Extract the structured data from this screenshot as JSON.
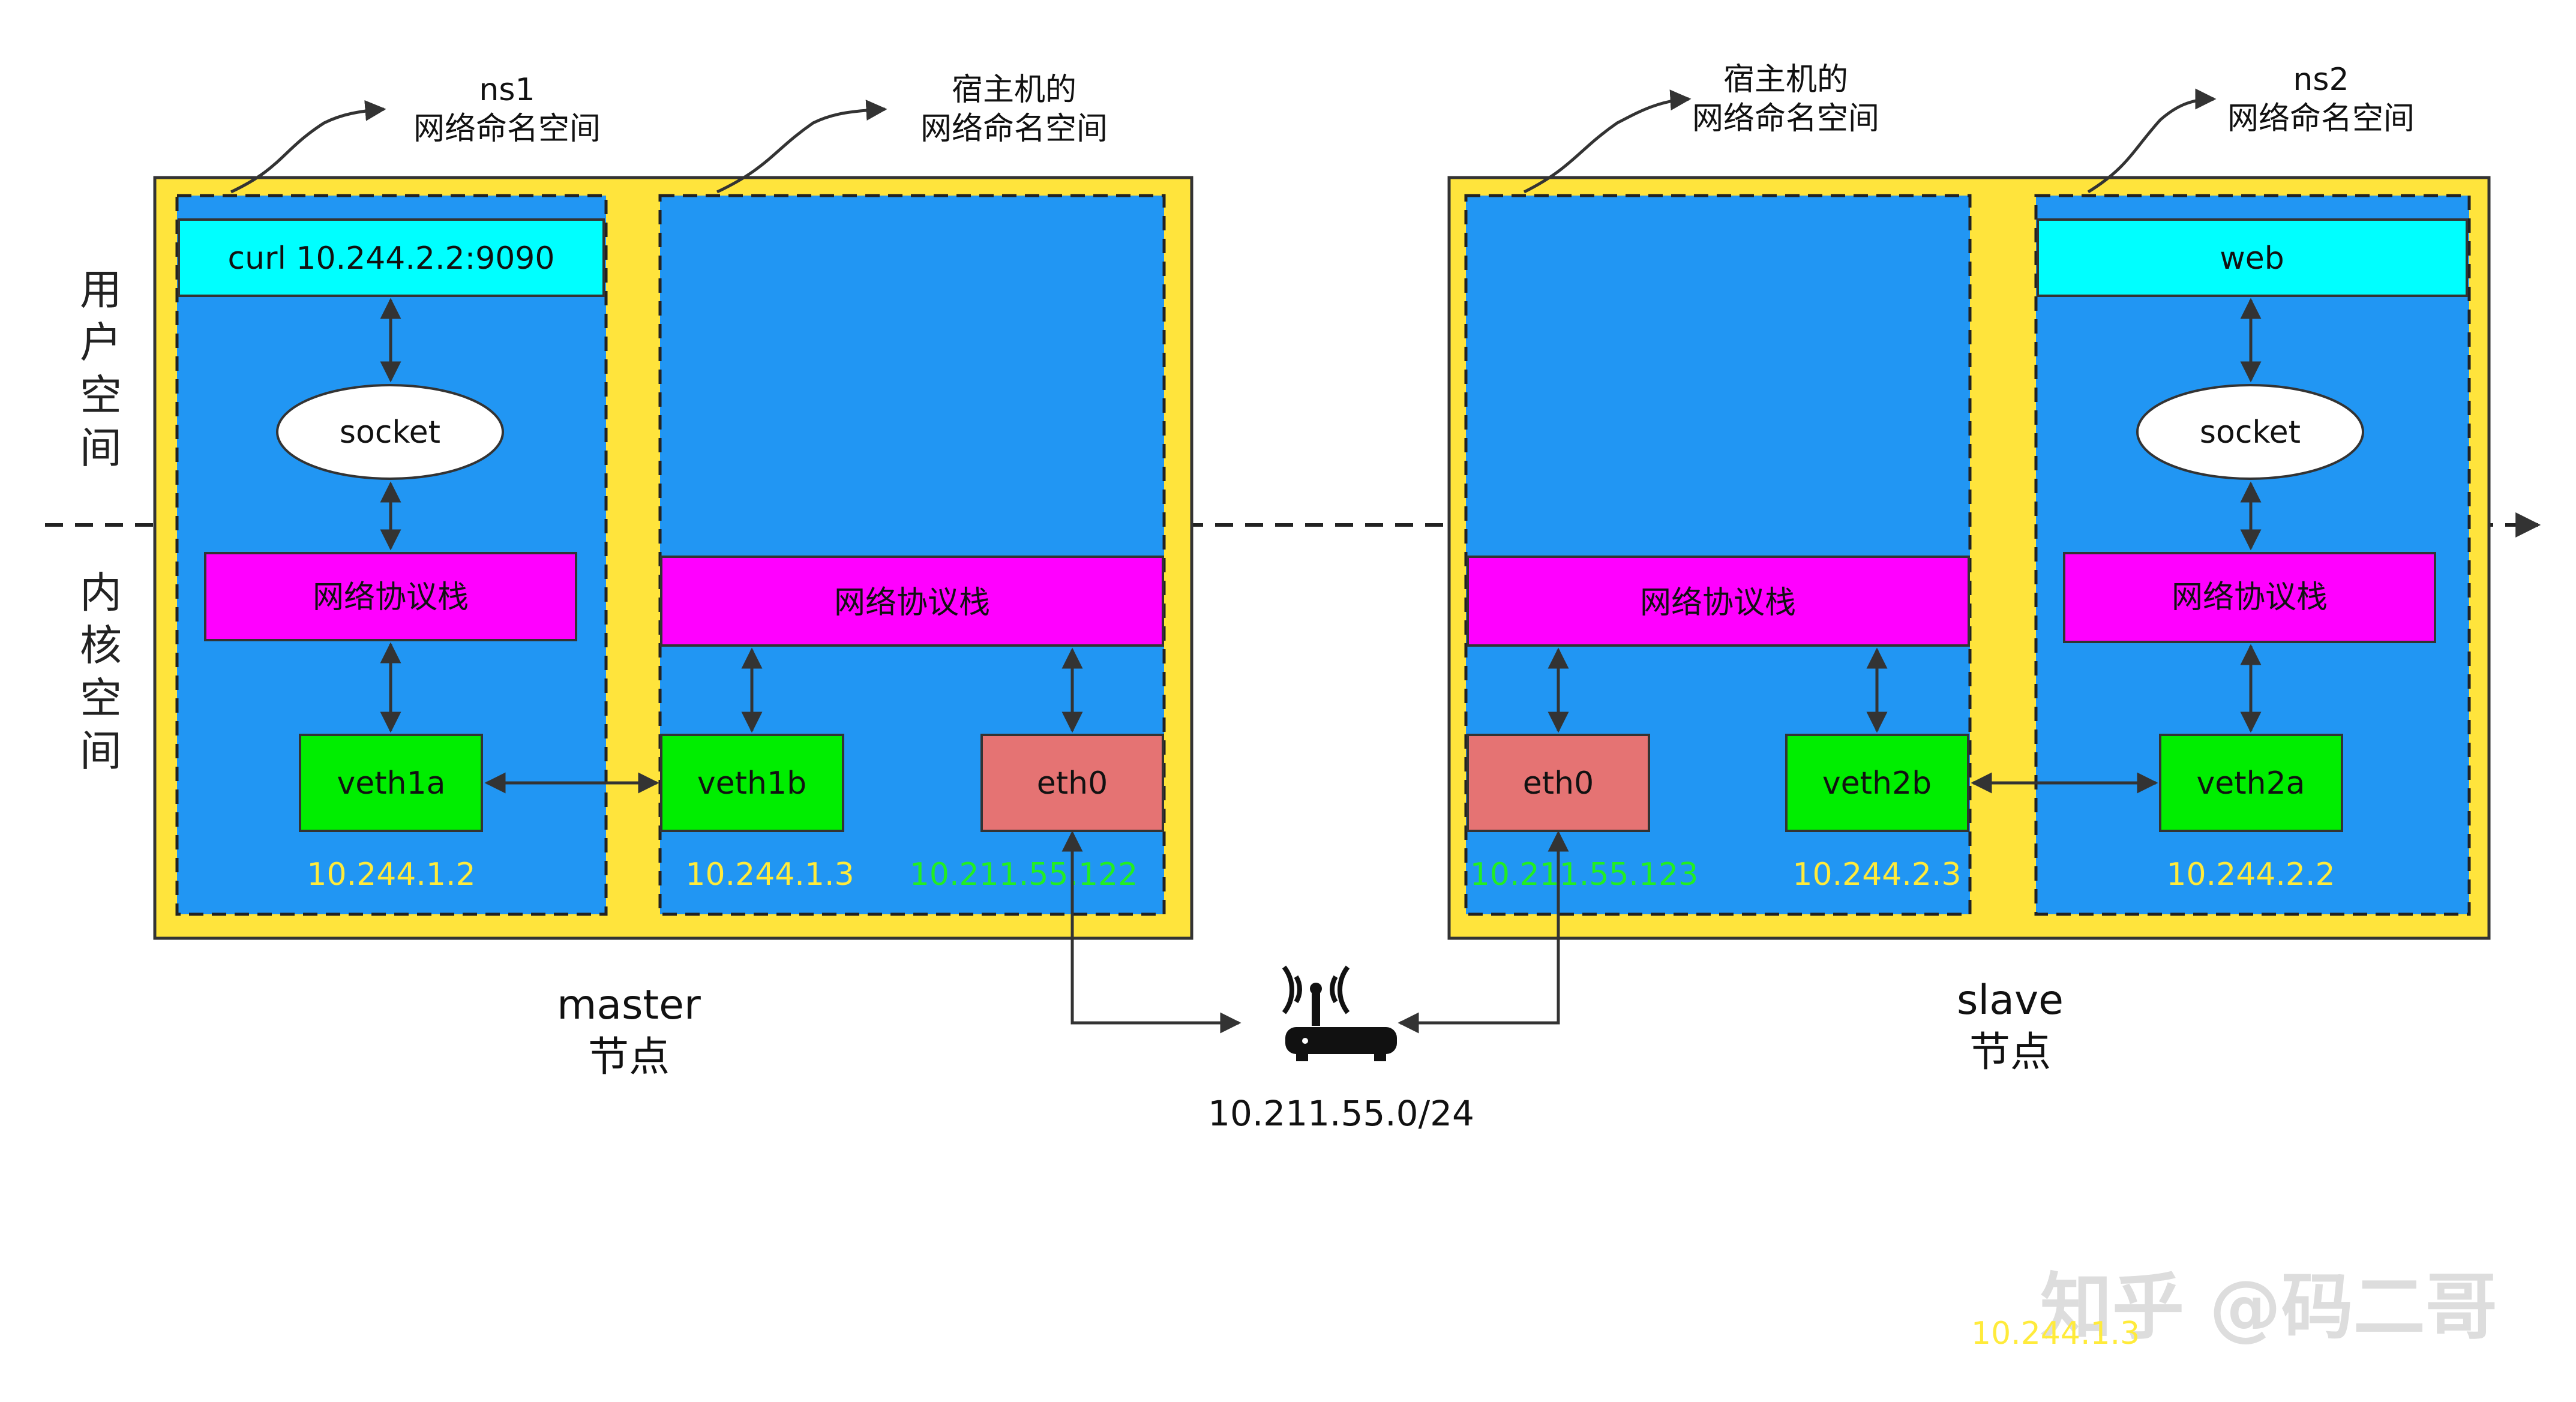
{
  "side_labels": {
    "user_space": [
      "用",
      "户",
      "空",
      "间"
    ],
    "kernel_space": [
      "内",
      "核",
      "空",
      "间"
    ]
  },
  "master": {
    "node_label": "master",
    "node_suffix": "节点",
    "ns1": {
      "title_line1": "ns1",
      "title_line2": "网络命名空间",
      "app": "curl 10.244.2.2:9090",
      "socket": "socket",
      "stack": "网络协议栈",
      "veth": "veth1a",
      "ip": "10.244.1.2"
    },
    "host": {
      "title_line1": "宿主机的",
      "title_line2": "网络命名空间",
      "stack": "网络协议栈",
      "veth": "veth1b",
      "veth_ip": "10.244.1.3",
      "eth": "eth0",
      "eth_ip": "10.211.55.122"
    }
  },
  "slave": {
    "node_label": "slave",
    "node_suffix": "节点",
    "host": {
      "title_line1": "宿主机的",
      "title_line2": "网络命名空间",
      "stack": "网络协议栈",
      "eth": "eth0",
      "eth_ip": "10.211.55.123",
      "veth": "veth2b",
      "veth_ip": "10.244.2.3"
    },
    "ns2": {
      "title_line1": "ns2",
      "title_line2": "网络命名空间",
      "app": "web",
      "socket": "socket",
      "stack": "网络协议栈",
      "veth": "veth2a",
      "ip": "10.244.2.2"
    }
  },
  "router": {
    "subnet": "10.211.55.0/24",
    "icon": "router-icon"
  },
  "watermark": {
    "text": "知乎 @码二哥",
    "ghost_ip": "10.244.1.3"
  },
  "colors": {
    "node_bg": "#ffe43c",
    "ns_bg": "#2196f3",
    "app_bg": "#00ffff",
    "stack_bg": "#ff00ff",
    "veth_bg": "#00ee00",
    "eth_bg": "#e57373",
    "ip_yellow": "#ffeb3b",
    "ip_green": "#22ee22"
  }
}
